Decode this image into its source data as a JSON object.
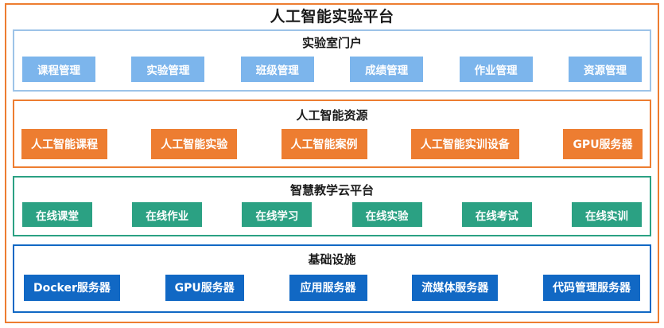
{
  "platform": {
    "title": "人工智能实验平台",
    "frame_color": "#ED7D31"
  },
  "layers": [
    {
      "id": "portal",
      "title": "实验室门户",
      "border_color": "#9DC3E8",
      "chip_color": "#7CB5EC",
      "chips": [
        {
          "label": "课程管理"
        },
        {
          "label": "实验管理"
        },
        {
          "label": "班级管理"
        },
        {
          "label": "成绩管理"
        },
        {
          "label": "作业管理"
        },
        {
          "label": "资源管理"
        }
      ]
    },
    {
      "id": "resource",
      "title": "人工智能资源",
      "border_color": "#ED7D31",
      "chip_color": "#ED7D31",
      "chips": [
        {
          "label": "人工智能课程"
        },
        {
          "label": "人工智能实验"
        },
        {
          "label": "人工智能案例"
        },
        {
          "label": "人工智能实训设备"
        },
        {
          "label": "GPU服务器"
        }
      ]
    },
    {
      "id": "cloud",
      "title": "智慧教学云平台",
      "border_color": "#2BA183",
      "chip_color": "#2BA183",
      "chips": [
        {
          "label": "在线课堂"
        },
        {
          "label": "在线作业"
        },
        {
          "label": "在线学习"
        },
        {
          "label": "在线实验"
        },
        {
          "label": "在线考试"
        },
        {
          "label": "在线实训"
        }
      ]
    },
    {
      "id": "infra",
      "title": "基础设施",
      "border_color": "#1168C4",
      "chip_color": "#1168C4",
      "chips": [
        {
          "label": "Docker服务器"
        },
        {
          "label": "GPU服务器"
        },
        {
          "label": "应用服务器"
        },
        {
          "label": "流媒体服务器"
        },
        {
          "label": "代码管理服务器"
        }
      ]
    }
  ]
}
